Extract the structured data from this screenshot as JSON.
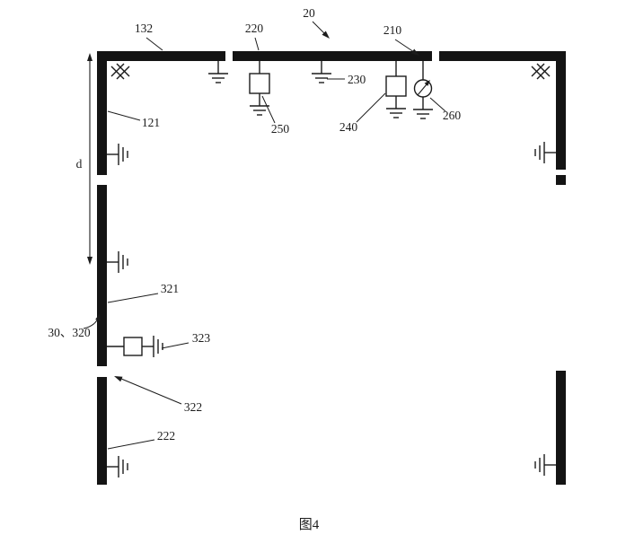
{
  "figure": {
    "caption": "图4",
    "labels": {
      "n20": "20",
      "n132": "132",
      "n220": "220",
      "n210": "210",
      "n230": "230",
      "n250": "250",
      "n240": "240",
      "n260": "260",
      "n121": "121",
      "d": "d",
      "n321": "321",
      "n30_320": "30、320",
      "n323": "323",
      "n322": "322",
      "n222": "222"
    },
    "colors": {
      "ink": "#1c1c1c",
      "bars": "#141414",
      "background": "#ffffff"
    }
  }
}
